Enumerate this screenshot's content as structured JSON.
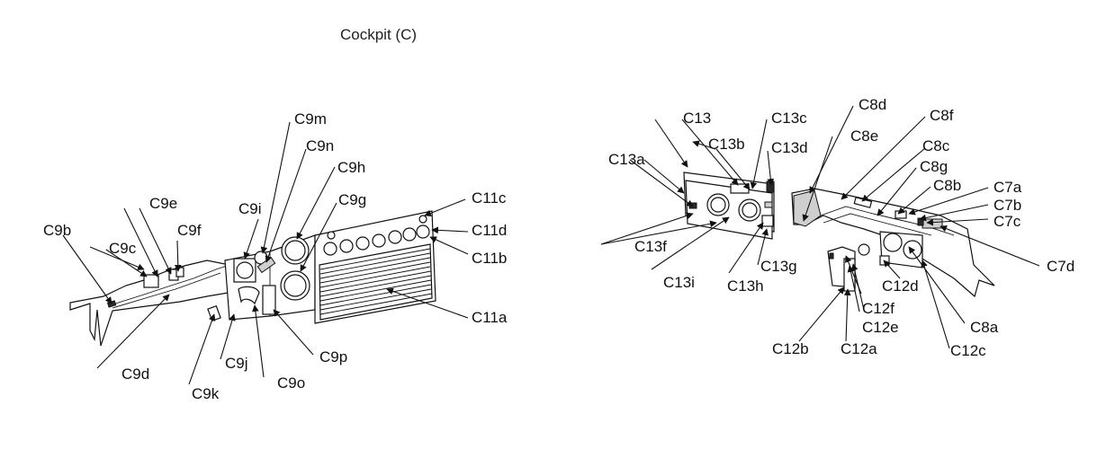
{
  "title": "Cockpit (C)",
  "labels": {
    "c9b": "C9b",
    "c9c": "C9c",
    "c9d": "C9d",
    "c9e": "C9e",
    "c9f": "C9f",
    "c9g": "C9g",
    "c9h": "C9h",
    "c9i": "C9i",
    "c9j": "C9j",
    "c9k": "C9k",
    "c9m": "C9m",
    "c9n": "C9n",
    "c9o": "C9o",
    "c9p": "C9p",
    "c11a": "C11a",
    "c11b": "C11b",
    "c11c": "C11c",
    "c11d": "C11d",
    "c13": "C13",
    "c13a": "C13a",
    "c13b": "C13b",
    "c13c": "C13c",
    "c13d": "C13d",
    "c13f": "C13f",
    "c13g": "C13g",
    "c13h": "C13h",
    "c13i": "C13i",
    "c8a": "C8a",
    "c8b": "C8b",
    "c8c": "C8c",
    "c8d": "C8d",
    "c8e": "C8e",
    "c8f": "C8f",
    "c8g": "C8g",
    "c7a": "C7a",
    "c7b": "C7b",
    "c7c": "C7c",
    "c7d": "C7d",
    "c12a": "C12a",
    "c12b": "C12b",
    "c12c": "C12c",
    "c12d": "C12d",
    "c12e": "C12e",
    "c12f": "C12f"
  }
}
